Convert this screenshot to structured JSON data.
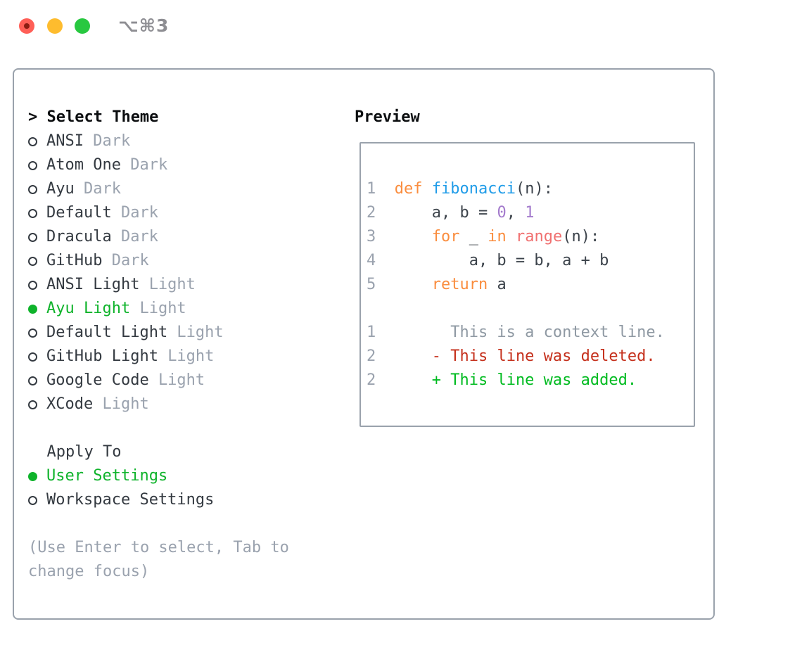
{
  "window": {
    "title": "⌥⌘3"
  },
  "colors": {
    "light_red": "#ff5f57",
    "light_red_dot": "#8c1d12",
    "light_yellow": "#febc2e",
    "light_green": "#28c840",
    "title": "#8e8e93",
    "border": "#9aa2ac",
    "fg": "#343a41",
    "fg_bold": "#0c0e10",
    "fg_muted": "#9aa2ae",
    "green": "#0fb32b",
    "kw": "#fa8d3e",
    "fn": "#209ce8",
    "number": "#a37acc",
    "accent": "#f07171",
    "code_fg": "#3c434b",
    "linenum": "#9aa2ae",
    "context": "#8f99a3",
    "deleted": "#c5301c",
    "added": "#00bb20"
  },
  "icons": {
    "radio_selected": "filled-circle",
    "radio_unselected": "empty-circle"
  },
  "theme_list": {
    "prompt": ">",
    "title": "Select Theme",
    "items": [
      {
        "name": "ANSI",
        "variant": "Dark",
        "selected": false
      },
      {
        "name": "Atom One",
        "variant": "Dark",
        "selected": false
      },
      {
        "name": "Ayu",
        "variant": "Dark",
        "selected": false
      },
      {
        "name": "Default",
        "variant": "Dark",
        "selected": false
      },
      {
        "name": "Dracula",
        "variant": "Dark",
        "selected": false
      },
      {
        "name": "GitHub",
        "variant": "Dark",
        "selected": false
      },
      {
        "name": "ANSI Light",
        "variant": "Light",
        "selected": false
      },
      {
        "name": "Ayu Light",
        "variant": "Light",
        "selected": true
      },
      {
        "name": "Default Light",
        "variant": "Light",
        "selected": false
      },
      {
        "name": "GitHub Light",
        "variant": "Light",
        "selected": false
      },
      {
        "name": "Google Code",
        "variant": "Light",
        "selected": false
      },
      {
        "name": "XCode",
        "variant": "Light",
        "selected": false
      }
    ]
  },
  "apply_to": {
    "title": "Apply To",
    "options": [
      {
        "label": "User Settings",
        "selected": true
      },
      {
        "label": "Workspace Settings",
        "selected": false
      }
    ]
  },
  "hint": {
    "line1": "(Use Enter to select, Tab to",
    "line2": "change focus)"
  },
  "preview": {
    "title": "Preview",
    "code_lines": [
      {
        "num": "1",
        "segs": [
          "  ",
          "def ",
          "fibonacci",
          "(n):"
        ]
      },
      {
        "num": "2",
        "segs": [
          "      a, b = ",
          "0",
          ", ",
          "1"
        ]
      },
      {
        "num": "3",
        "segs": [
          "      ",
          "for",
          " _ ",
          "in",
          " ",
          "range",
          "(n):"
        ]
      },
      {
        "num": "4",
        "segs": [
          "          a, b = b, a + b"
        ]
      },
      {
        "num": "5",
        "segs": [
          "      ",
          "return",
          " a"
        ]
      }
    ],
    "diff_lines": [
      {
        "num": "1",
        "segs": [
          "        This is a context line."
        ]
      },
      {
        "num": "2",
        "segs": [
          "      ",
          "- This line was deleted."
        ]
      },
      {
        "num": "2",
        "segs": [
          "      ",
          "+ This line was added."
        ]
      }
    ]
  }
}
